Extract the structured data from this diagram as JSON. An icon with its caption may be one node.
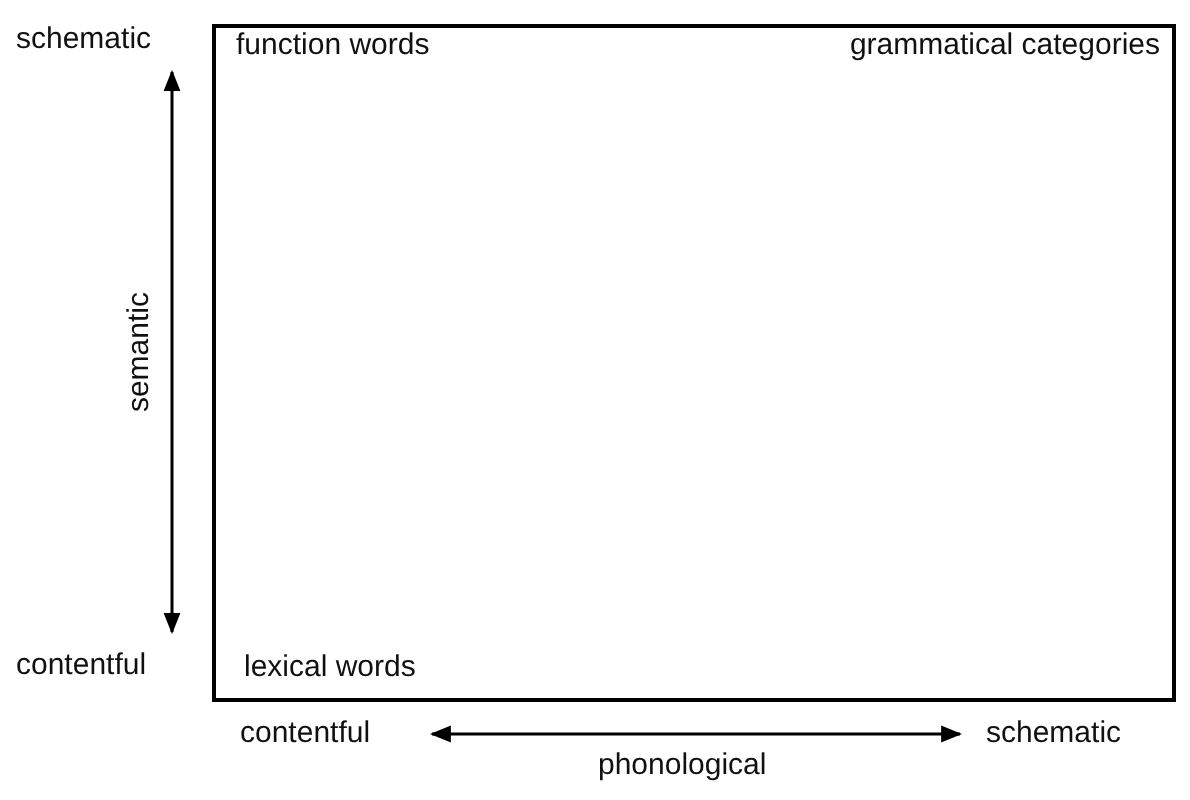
{
  "diagram": {
    "nodes": [
      {
        "text": [
          "function words",
          "grammatical categories",
          "lexical words"
        ]
      }
    ],
    "edges": [],
    "labels": [
      "schematic",
      "semantic",
      "contentful",
      "contentful",
      "schematic",
      "phonological"
    ]
  }
}
